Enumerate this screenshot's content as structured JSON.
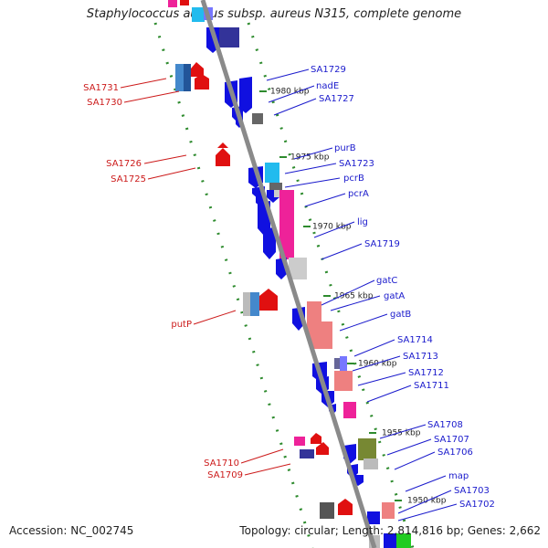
{
  "title": "Staphylococcus aureus subsp. aureus N315, complete genome",
  "footer": {
    "accession": "Accession: NC_002745",
    "summary": "Topology: circular; Length: 2,814,816 bp; Genes: 2,662"
  },
  "colors": {
    "backbone": "#8a8a8a",
    "dotted_strand": "#2e8b2e",
    "right_label": "#1a1acc",
    "left_label": "#cc1a1a",
    "blue_gene": "#1010e0",
    "red_gene": "#e01010",
    "dark_gene": "#333399",
    "cyan_gene": "#22bbee",
    "magenta_gene": "#ee2299",
    "salmon_gene": "#ee8080",
    "olive_gene": "#778833",
    "gray_gene": "#666666"
  },
  "kbp_markers": [
    "1980 kbp",
    "1975 kbp",
    "1970 kbp",
    "1965 kbp",
    "1960 kbp",
    "1955 kbp",
    "1950 kbp"
  ],
  "right_labels": [
    "SA1729",
    "nadE",
    "SA1727",
    "purB",
    "SA1723",
    "pcrB",
    "pcrA",
    "lig",
    "SA1719",
    "gatC",
    "gatA",
    "gatB",
    "SA1714",
    "SA1713",
    "SA1712",
    "SA1711",
    "SA1708",
    "SA1707",
    "SA1706",
    "map",
    "SA1703",
    "SA1702"
  ],
  "left_labels": [
    "SA1731",
    "SA1730",
    "SA1726",
    "SA1725",
    "putP",
    "SA1710",
    "SA1709"
  ]
}
